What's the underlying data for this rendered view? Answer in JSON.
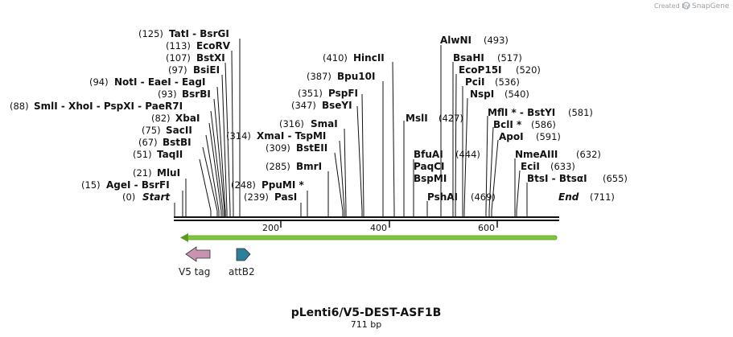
{
  "header": {
    "created_by": "Created by",
    "brand": "SnapGene"
  },
  "map": {
    "title": "pLenti6/V5-DEST-ASF1B",
    "length_label": "711 bp",
    "length": 711,
    "ruler_ticks": [
      "200",
      "400",
      "600"
    ],
    "left_labels": [
      {
        "num": "(0)",
        "name": "Start",
        "pos": 0,
        "italic": true
      },
      {
        "num": "(15)",
        "name": "AgeI  -  BsrFI",
        "pos": 15
      },
      {
        "num": "(21)",
        "name": "MluI",
        "pos": 21
      },
      {
        "num": "(51)",
        "name": "TaqII",
        "pos": 51
      },
      {
        "num": "(67)",
        "name": "BstBI",
        "pos": 67
      },
      {
        "num": "(75)",
        "name": "SacII",
        "pos": 75
      },
      {
        "num": "(82)",
        "name": "XbaI",
        "pos": 82
      },
      {
        "num": "(88)",
        "name": "SmlI   -  XhoI   -  PspXI  -  PaeR7I",
        "pos": 88
      },
      {
        "num": "(93)",
        "name": "BsrBI",
        "pos": 93
      },
      {
        "num": "(94)",
        "name": "NotI  -  EaeI  -  EagI",
        "pos": 94
      },
      {
        "num": "(97)",
        "name": "BsiEI",
        "pos": 97
      },
      {
        "num": "(107)",
        "name": "BstXI",
        "pos": 107
      },
      {
        "num": "(113)",
        "name": "EcoRV",
        "pos": 113
      },
      {
        "num": "(125)",
        "name": "TatI  -  BsrGI",
        "pos": 125
      }
    ],
    "mid_labels": [
      {
        "num": "(239)",
        "name": "PasI",
        "pos": 239
      },
      {
        "num": "(248)",
        "name": "PpuMI *",
        "pos": 248
      },
      {
        "num": "(285)",
        "name": "BmrI",
        "pos": 285
      },
      {
        "num": "(309)",
        "name": "BstEII",
        "pos": 309
      },
      {
        "num": "(314)",
        "name": "XmaI  -  TspMI",
        "pos": 314
      },
      {
        "num": "(316)",
        "name": "SmaI",
        "pos": 316
      },
      {
        "num": "(347)",
        "name": "BseYI",
        "pos": 347
      },
      {
        "num": "(351)",
        "name": "PspFI",
        "pos": 351
      },
      {
        "num": "(387)",
        "name": "Bpu10I",
        "pos": 387
      },
      {
        "num": "(410)",
        "name": "HincII",
        "pos": 410
      },
      {
        "num": "(427)",
        "name": "MslI",
        "pos": 427
      }
    ],
    "right_labels": [
      {
        "name": "AlwNI",
        "num": "(493)",
        "pos": 493
      },
      {
        "name": "BsaHI",
        "num": "(517)",
        "pos": 517
      },
      {
        "name": "EcoP15I",
        "num": "(520)",
        "pos": 520
      },
      {
        "name": "PciI",
        "num": "(536)",
        "pos": 536
      },
      {
        "name": "NspI",
        "num": "(540)",
        "pos": 540
      },
      {
        "name": "BfuAI",
        "num": "(444)",
        "pos": 444
      },
      {
        "name": "PaqCI",
        "num": "",
        "pos": 444
      },
      {
        "name": "BspMI",
        "num": "",
        "pos": 444
      },
      {
        "name": "PshAI",
        "num": "(469)",
        "pos": 469
      },
      {
        "name": "MflI *  -  BstYI",
        "num": "(581)",
        "pos": 581
      },
      {
        "name": "BclI *",
        "num": "(586)",
        "pos": 586
      },
      {
        "name": "ApoI",
        "num": "(591)",
        "pos": 591
      },
      {
        "name": "NmeAIII",
        "num": "(632)",
        "pos": 632
      },
      {
        "name": "EciI",
        "num": "(633)",
        "pos": 633
      },
      {
        "name": "BtsI  -  BtsαI",
        "num": "(655)",
        "pos": 655
      },
      {
        "name": "End",
        "num": "(711)",
        "pos": 711,
        "italic": true
      }
    ],
    "features": [
      {
        "name": "V5 tag",
        "color": "#c893b0",
        "direction": "left"
      },
      {
        "name": "attB2",
        "color": "#2e7f99",
        "direction": "right"
      }
    ],
    "orf_color": "#7ec63a"
  }
}
